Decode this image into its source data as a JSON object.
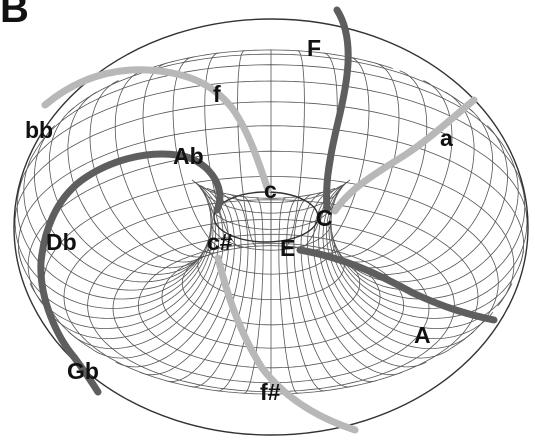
{
  "panel_letter": "B",
  "colors": {
    "major_key_curve": "#5e5e5e",
    "minor_key_curve": "#b8b8b8",
    "mesh": "#555555",
    "background": "#ffffff"
  },
  "key_labels": {
    "F": "F",
    "f": "f",
    "bb": "bb",
    "a": "a",
    "Ab": "Ab",
    "c": "c",
    "C": "C",
    "Db": "Db",
    "c_sharp": "c#",
    "E": "E",
    "A": "A",
    "Gb": "Gb",
    "f_sharp": "f#"
  }
}
